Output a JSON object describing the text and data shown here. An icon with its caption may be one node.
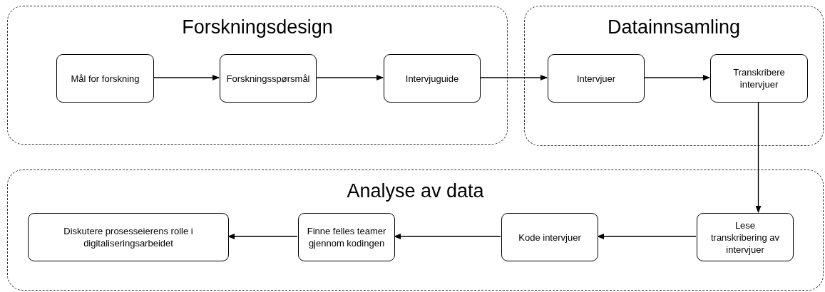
{
  "diagram": {
    "nodes": [
      {
        "text": [
          "Forskningsdesign"
        ]
      },
      {
        "text": [
          "Mål for forskning"
        ],
        "in": 0
      },
      {
        "text": [
          "Forskningsspørsmål"
        ],
        "in": 0
      },
      {
        "text": [
          "Intervjuguide"
        ],
        "in": 0
      },
      {
        "text": [
          "Datainnsamling"
        ]
      },
      {
        "text": [
          "Intervjuer"
        ],
        "in": 4
      },
      {
        "text": [
          "Transkribere intervjuer"
        ],
        "in": 4
      },
      {
        "text": [
          "Analyse av data"
        ]
      },
      {
        "text": [
          "Lese transkribering av intervjuer"
        ],
        "in": 7
      },
      {
        "text": [
          "Kode intervjuer"
        ],
        "in": 7
      },
      {
        "text": [
          "Finne felles teamer gjennom kodingen"
        ],
        "in": 7
      },
      {
        "text": [
          "Diskutere prosesseierens rolle i digitaliseringsarbeidet"
        ],
        "in": 7
      }
    ],
    "edges": [
      {
        "from": 1,
        "to": 2,
        "arrow": "to"
      },
      {
        "from": 2,
        "to": 3,
        "arrow": "to"
      },
      {
        "from": 3,
        "to": 5,
        "arrow": "to"
      },
      {
        "from": 5,
        "to": 6,
        "arrow": "to"
      },
      {
        "from": 6,
        "to": 8,
        "arrow": "to"
      },
      {
        "from": 8,
        "to": 9,
        "arrow": "to"
      },
      {
        "from": 9,
        "to": 10,
        "arrow": "to"
      },
      {
        "from": 10,
        "to": 11,
        "arrow": "to"
      }
    ]
  }
}
